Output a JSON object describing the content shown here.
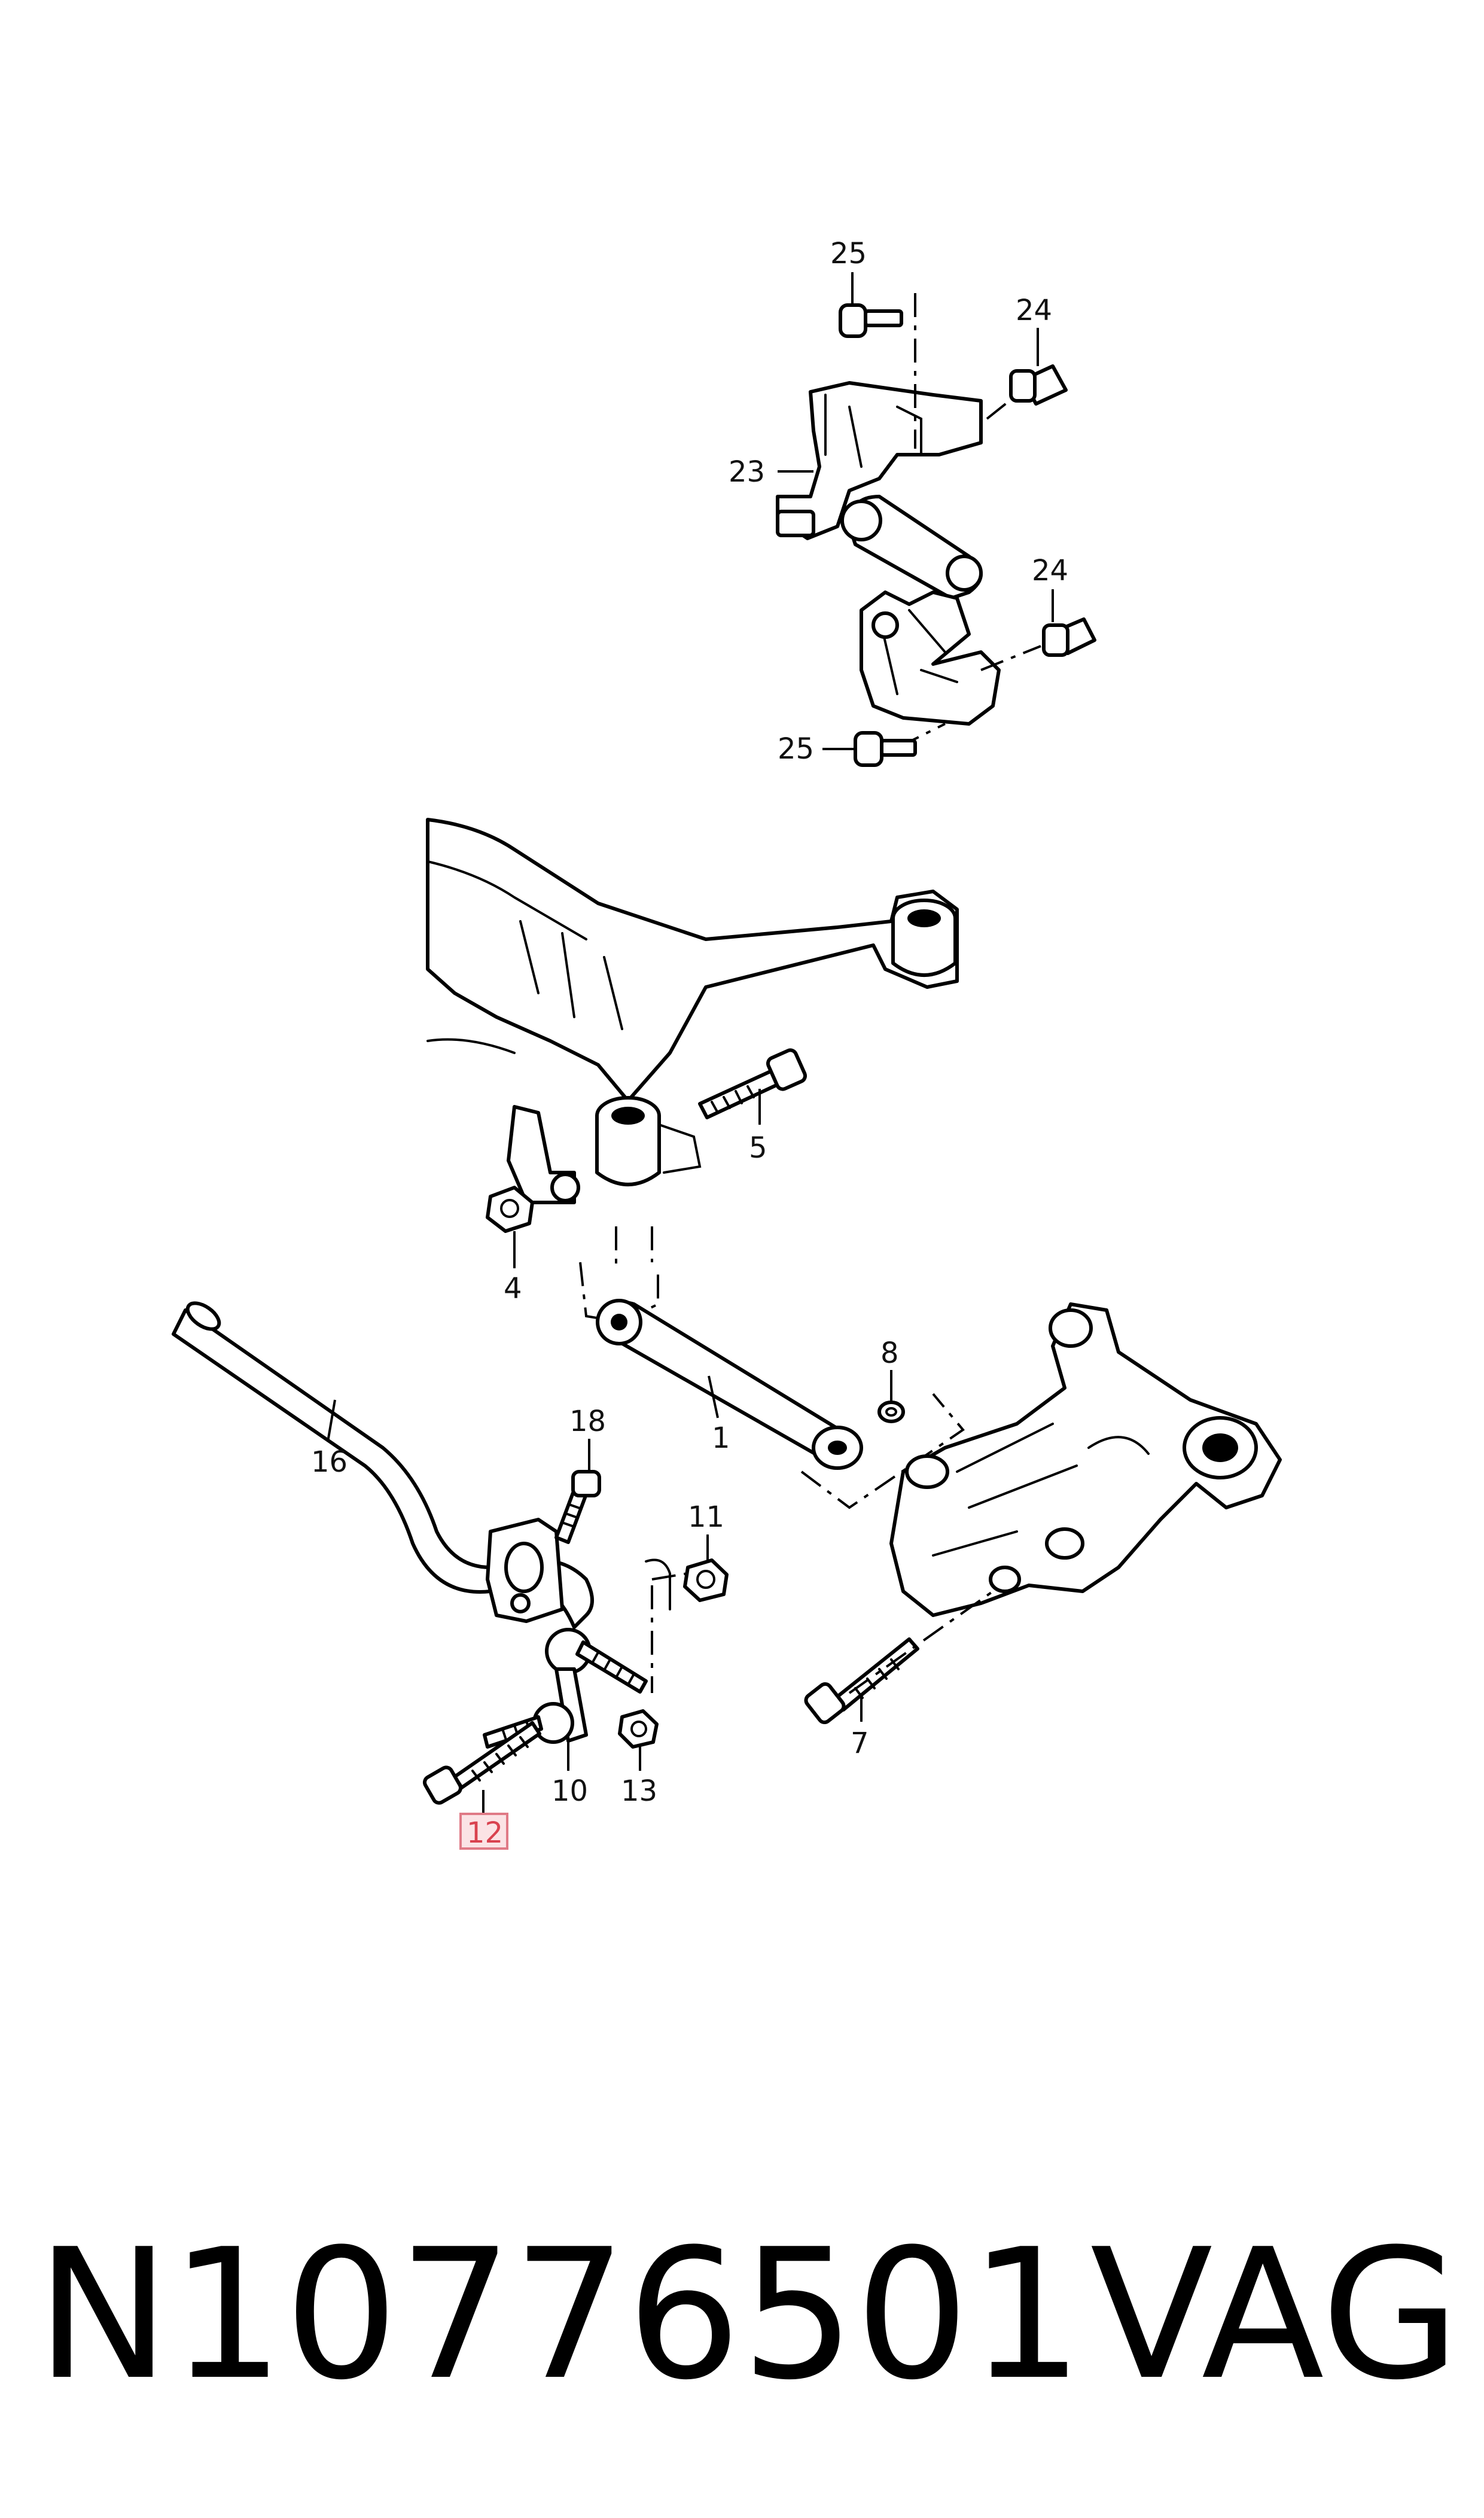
{
  "callouts": {
    "c25_top": "25",
    "c24_top": "24",
    "c23": "23",
    "c24_mid": "24",
    "c25_bot": "25",
    "c5": "5",
    "c4": "4",
    "c8": "8",
    "c1": "1",
    "c16": "16",
    "c18": "18",
    "c11": "11",
    "c7": "7",
    "c10": "10",
    "c13": "13",
    "c12": "12"
  },
  "highlight": {
    "part": "12",
    "color": "#e07a86",
    "fill": "#fbe3e5"
  },
  "footer": {
    "part_number": "N10776501",
    "brand": "VAG"
  }
}
